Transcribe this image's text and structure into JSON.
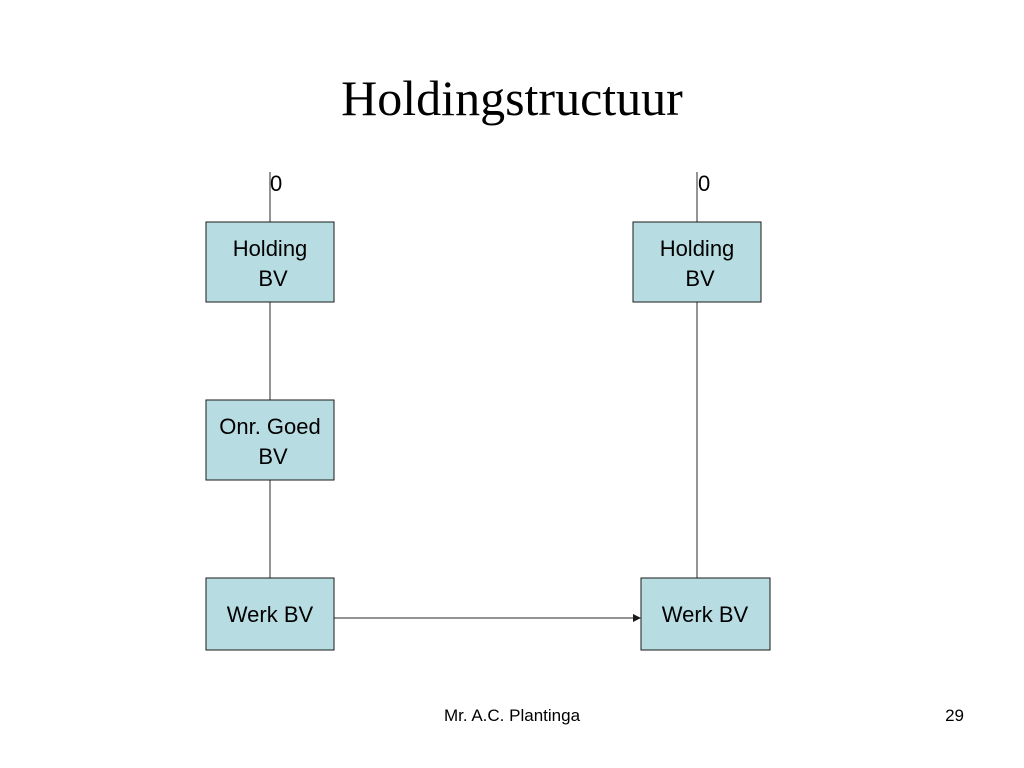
{
  "slide": {
    "title": "Holdingstructuur",
    "footer_author": "Mr. A.C. Plantinga",
    "page_number": "29"
  },
  "diagram": {
    "left": {
      "top_label": "0",
      "holding_line1": "Holding",
      "holding_line2": "BV",
      "onroerend_line1": "Onr. Goed",
      "onroerend_line2": "BV",
      "werk": "Werk BV"
    },
    "right": {
      "top_label": "0",
      "holding_line1": "Holding",
      "holding_line2": "BV",
      "werk": "Werk BV"
    }
  },
  "colors": {
    "box_fill": "#b7dde3",
    "box_stroke": "#1a1a1a",
    "background": "#ffffff"
  }
}
